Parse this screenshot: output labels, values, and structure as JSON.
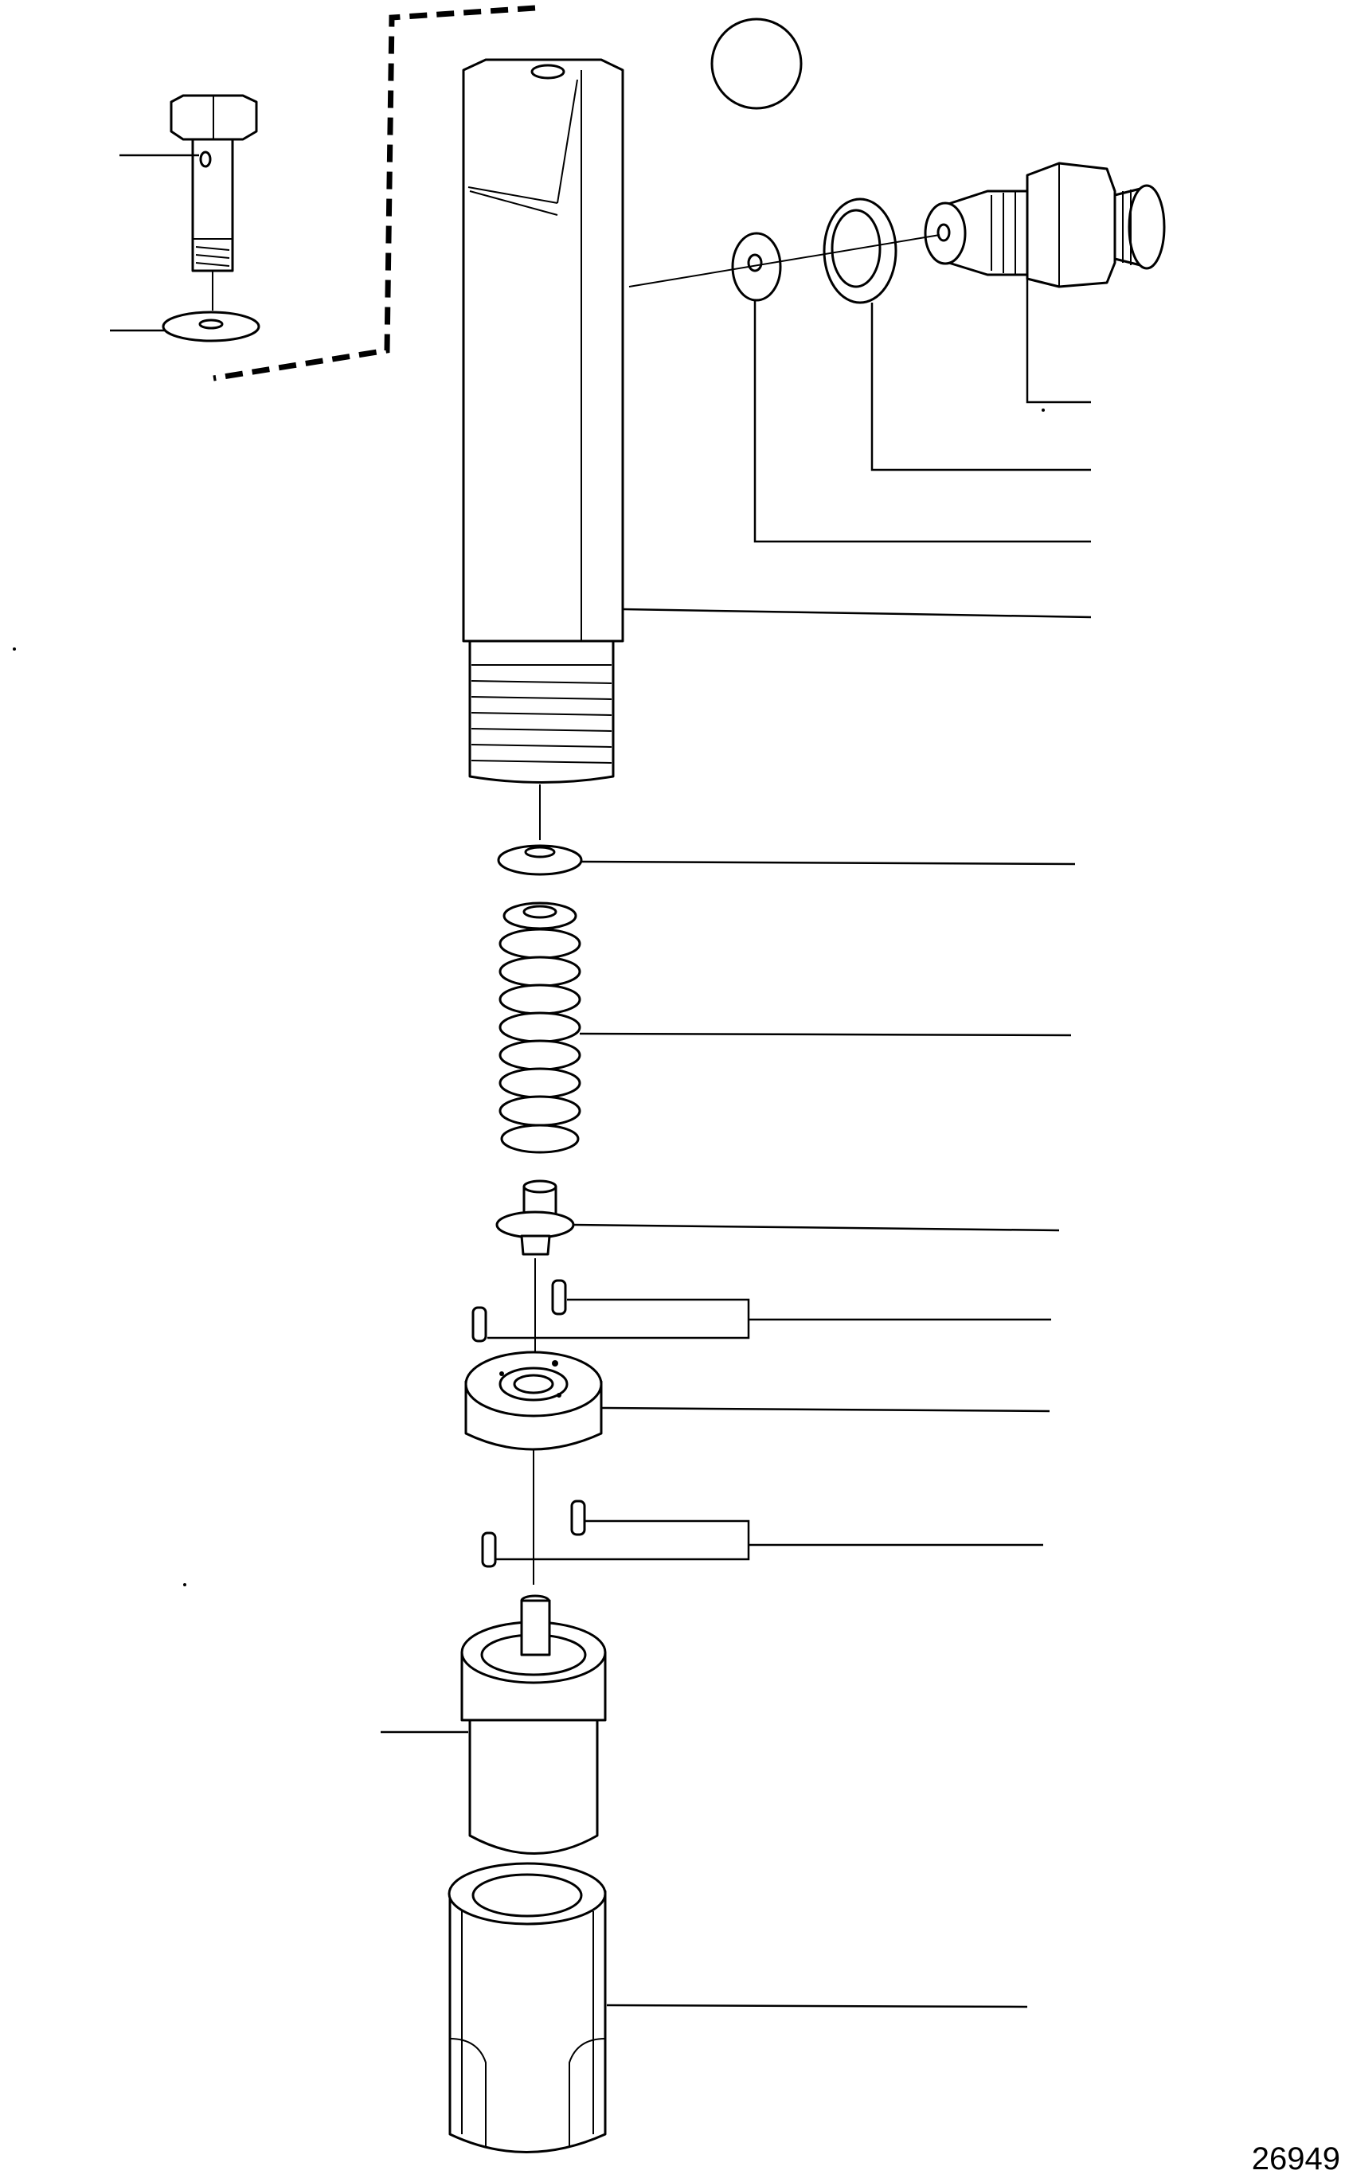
{
  "figure": {
    "reference_number": "26949",
    "parts": [
      {
        "name": "banjo-bolt"
      },
      {
        "name": "sealing-washer"
      },
      {
        "name": "nozzle-holder-body"
      },
      {
        "name": "sealing-washer-small"
      },
      {
        "name": "seal-ring"
      },
      {
        "name": "inlet-connector"
      },
      {
        "name": "shim"
      },
      {
        "name": "pressure-spring"
      },
      {
        "name": "pressure-pin"
      },
      {
        "name": "locating-pins-upper"
      },
      {
        "name": "intermediate-disc"
      },
      {
        "name": "locating-pins-lower"
      },
      {
        "name": "injector-nozzle"
      },
      {
        "name": "nozzle-retaining-nut"
      }
    ]
  }
}
